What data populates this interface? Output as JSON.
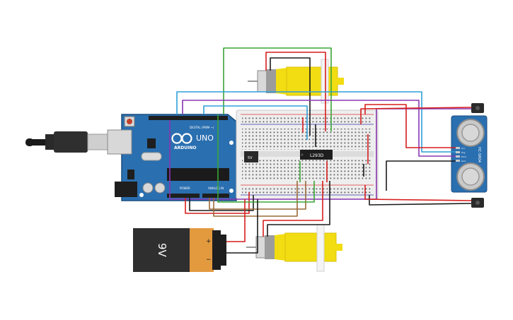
{
  "arduino": {
    "brand": "ARDUINO",
    "model": "UNO",
    "digital_label": "DIGITAL (PWM ~)",
    "power_label": "POWER",
    "analog_label": "ANALOG IN"
  },
  "battery": {
    "label": "9V",
    "plus": "+",
    "minus": "−"
  },
  "motor_driver": {
    "label": "L293D"
  },
  "regulator": {
    "label": "5V"
  },
  "ultrasonic": {
    "label": "HC-SR04",
    "pins": [
      "Vcc",
      "Trig",
      "Echo",
      "Gnd"
    ]
  },
  "colors": {
    "board_blue": "#2a6fb0",
    "breadboard": "#eeeeee",
    "motor_yellow": "#f2dc12",
    "battery_orange": "#e39a3f",
    "battery_black": "#2f2f2f",
    "wire_red": "#d61d1d",
    "wire_black": "#1c1c1c",
    "wire_green": "#3aa535",
    "wire_blue": "#2f9fd8",
    "wire_purple": "#8a36b3",
    "wire_brown": "#9a6a3a"
  }
}
